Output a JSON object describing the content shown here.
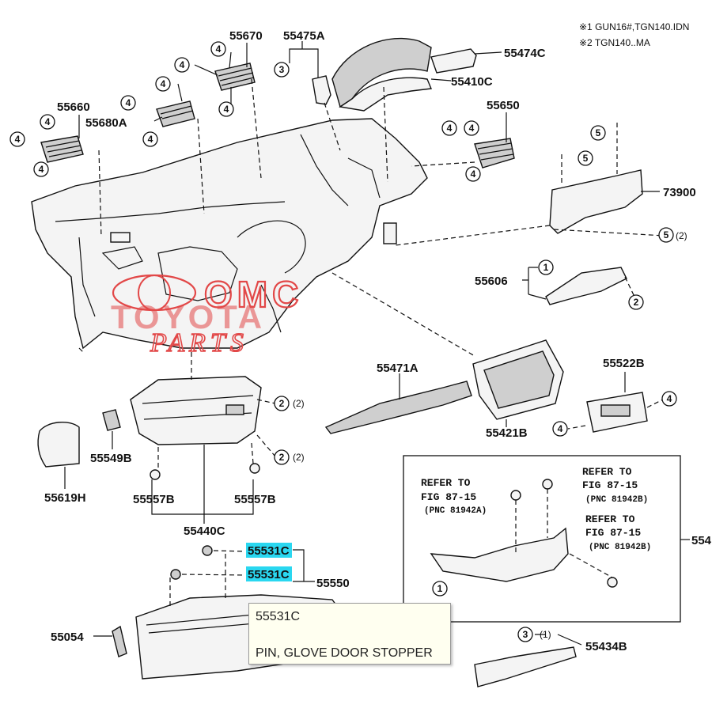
{
  "notes": {
    "line1": "※1 GUN16#,TGN140.IDN",
    "line2": "※2 TGN140..MA"
  },
  "callouts": [
    {
      "id": "c-55670",
      "label": "55670"
    },
    {
      "id": "c-55475A",
      "label": "55475A"
    },
    {
      "id": "c-55474C",
      "label": "55474C"
    },
    {
      "id": "c-55410C",
      "label": "55410C"
    },
    {
      "id": "c-55660",
      "label": "55660"
    },
    {
      "id": "c-55680A",
      "label": "55680A"
    },
    {
      "id": "c-55650",
      "label": "55650"
    },
    {
      "id": "c-73900",
      "label": "73900"
    },
    {
      "id": "c-55606",
      "label": "55606"
    },
    {
      "id": "c-55471A",
      "label": "55471A"
    },
    {
      "id": "c-55421B",
      "label": "55421B"
    },
    {
      "id": "c-55522B",
      "label": "55522B"
    },
    {
      "id": "c-55549B",
      "label": "55549B"
    },
    {
      "id": "c-55619H",
      "label": "55619H"
    },
    {
      "id": "c-55557B-a",
      "label": "55557B"
    },
    {
      "id": "c-55557B-b",
      "label": "55557B"
    },
    {
      "id": "c-55440C",
      "label": "55440C"
    },
    {
      "id": "c-55550",
      "label": "55550"
    },
    {
      "id": "c-55054",
      "label": "55054"
    },
    {
      "id": "c-55434B",
      "label": "55434B"
    },
    {
      "id": "c-554",
      "label": "554"
    }
  ],
  "highlighted": [
    {
      "label": "55531C"
    },
    {
      "label": "55531C"
    }
  ],
  "suffix_marks": {
    "s2": "(2)",
    "s1": "(1)"
  },
  "refer": [
    {
      "l1": "REFER TO",
      "l2": "FIG 87-15",
      "l3": "(PNC 81942A)"
    },
    {
      "l1": "REFER TO",
      "l2": "FIG 87-15",
      "l3": "(PNC 81942B)"
    },
    {
      "l1": "REFER TO",
      "l2": "FIG 87-15",
      "l3": "(PNC 81942B)"
    }
  ],
  "watermark": {
    "line1": "OMC",
    "line2": "TOYOTA",
    "line3": "PARTS"
  },
  "tooltip": {
    "part_number": "55531C",
    "description": "PIN, GLOVE DOOR STOPPER"
  }
}
